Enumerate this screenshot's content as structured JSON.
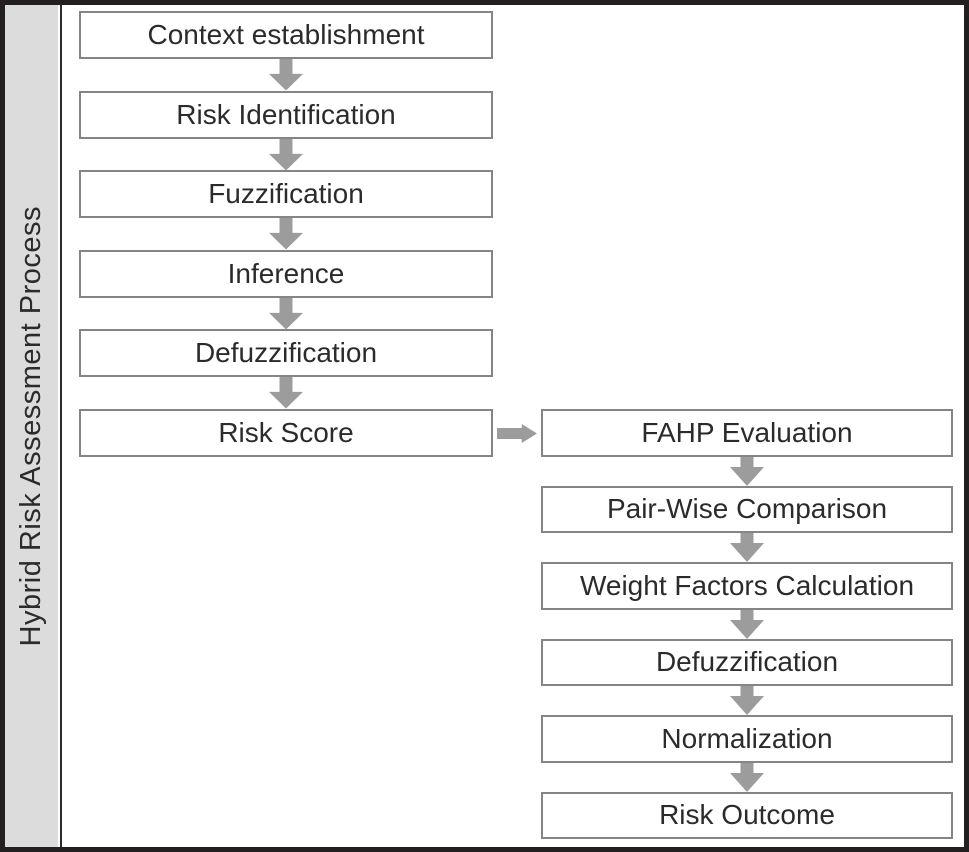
{
  "sidebar": {
    "label": "Hybrid Risk Assessment Process"
  },
  "flow": {
    "left": [
      "Context establishment",
      "Risk Identification",
      "Fuzzification",
      "Inference",
      "Defuzzification",
      "Risk Score"
    ],
    "right": [
      "FAHP Evaluation",
      "Pair-Wise Comparison",
      "Weight Factors Calculation",
      "Defuzzification",
      "Normalization",
      "Risk Outcome"
    ]
  },
  "icons": {
    "down_arrow": "arrow-down-icon",
    "right_arrow": "arrow-right-icon"
  },
  "colors": {
    "frame": "#231f20",
    "sidebar_bg": "#dcdcdc",
    "divider": "#2b2b2b",
    "box_border": "#858585",
    "box_bg": "#ffffff",
    "text": "#2b2b2b",
    "arrow": "#9c9c9c"
  }
}
